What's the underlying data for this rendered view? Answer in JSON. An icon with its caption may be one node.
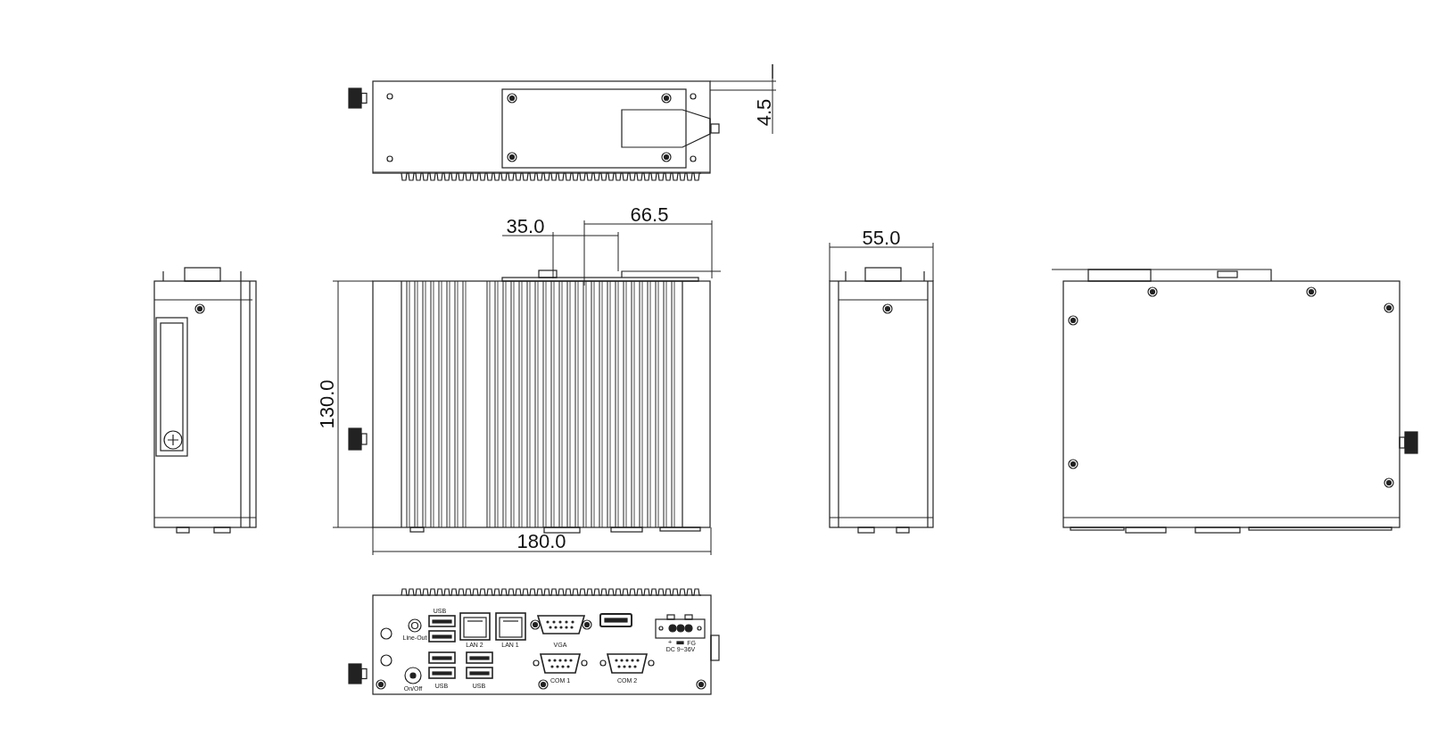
{
  "diagram": {
    "labels": [
      "4.5",
      "66.5",
      "35.0",
      "55.0",
      "130.0",
      "180.0",
      "USB",
      "Line-Out",
      "LAN 2",
      "LAN 1",
      "VGA",
      "+",
      "FG",
      "DC 9~36V",
      "COM 1",
      "COM 2",
      "On/Off",
      "USB",
      "USB"
    ]
  }
}
